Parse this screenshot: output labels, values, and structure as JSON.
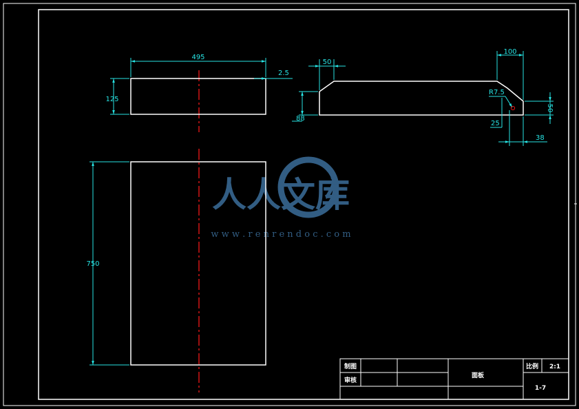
{
  "dimensions": {
    "top_width": "495",
    "top_offset": "2.5",
    "top_height": "125",
    "front_height": "750",
    "profile_left": "50",
    "profile_height": "88",
    "profile_right_top": "100",
    "profile_radius": "R7.5",
    "profile_right_height": "50",
    "profile_small": "25",
    "profile_bottom": "38"
  },
  "title_block": {
    "row1_label": "制图",
    "row2_label": "审核",
    "part_name": "面板",
    "scale_label": "比例",
    "scale_value": "2:1",
    "drawing_number": "1-7"
  },
  "watermark": {
    "text": "人人文库",
    "url": "w w w . r e n r e n d o c . c o m"
  },
  "colors": {
    "background": "#000000",
    "outline": "#ffffff",
    "dimension": "#27e4e4",
    "centerline": "#e01818",
    "watermark": "#3b6e9a"
  }
}
